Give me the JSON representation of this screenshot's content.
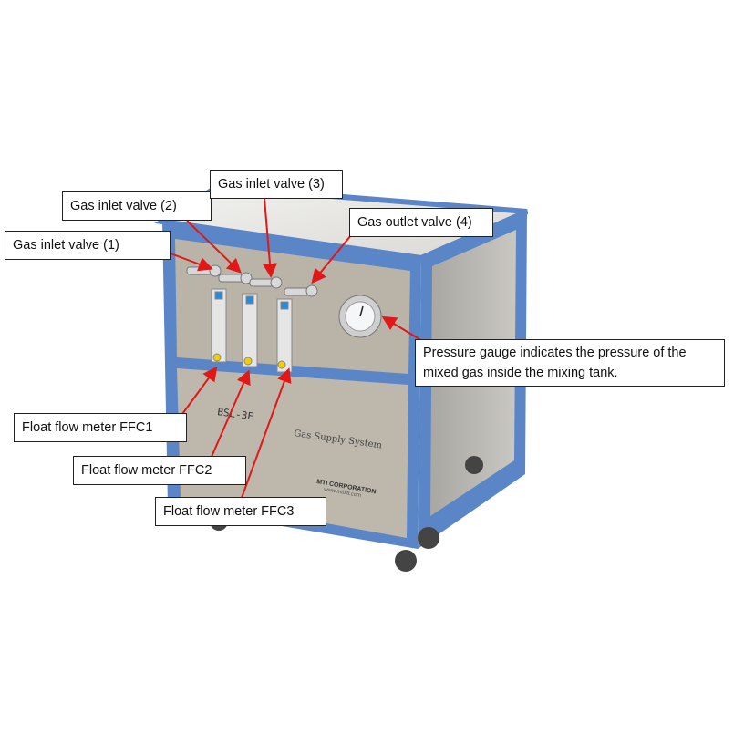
{
  "machine": {
    "model": "BSL-3F",
    "panel_title": "Gas Supply System",
    "manufacturer": "MTI CORPORATION",
    "website": "www.mtixtl.com"
  },
  "callouts": {
    "valve1": "Gas inlet valve (1)",
    "valve2": "Gas inlet valve (2)",
    "valve3": "Gas inlet valve (3)",
    "valve4": "Gas outlet valve (4)",
    "gauge": "Pressure gauge indicates the pressure of the mixed gas inside the mixing tank.",
    "ffc1": "Float flow meter FFC1",
    "ffc2": "Float flow meter FFC2",
    "ffc3": "Float flow meter FFC3"
  },
  "colors": {
    "frame": "#5a86c8",
    "panel": "#b8b2a8",
    "arrow": "#e01818"
  }
}
